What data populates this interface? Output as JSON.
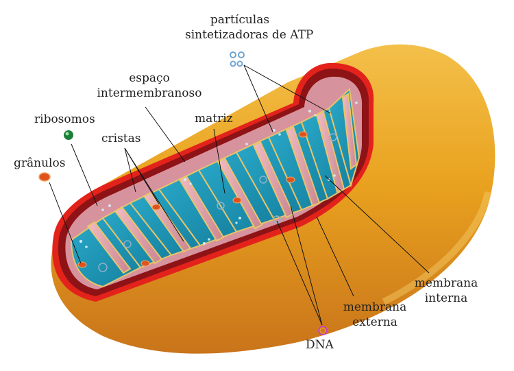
{
  "colors": {
    "outer_membrane": "#e3231b",
    "body_gold": "#e9a21f",
    "matrix": "#1e9bbd",
    "crista_pink": "#e6a9b1",
    "label_text": "#222222"
  },
  "labels": {
    "atp_line1": "partículas",
    "atp_line2": "sintetizadoras de ATP",
    "espaco_line1": "espaço",
    "espaco_line2": "intermembranoso",
    "ribosomos": "ribosomos",
    "matriz": "matriz",
    "cristas": "cristas",
    "granulos": "grânulos",
    "membrana_interna_line1": "membrana",
    "membrana_interna_line2": "interna",
    "membrana_externa_line1": "membrana",
    "membrana_externa_line2": "externa",
    "dna": "DNA"
  },
  "icons": {
    "atp": "atp-particles-icon",
    "ribosome": "ribosome-icon",
    "granule": "granule-icon",
    "dna": "dna-loop-icon"
  }
}
